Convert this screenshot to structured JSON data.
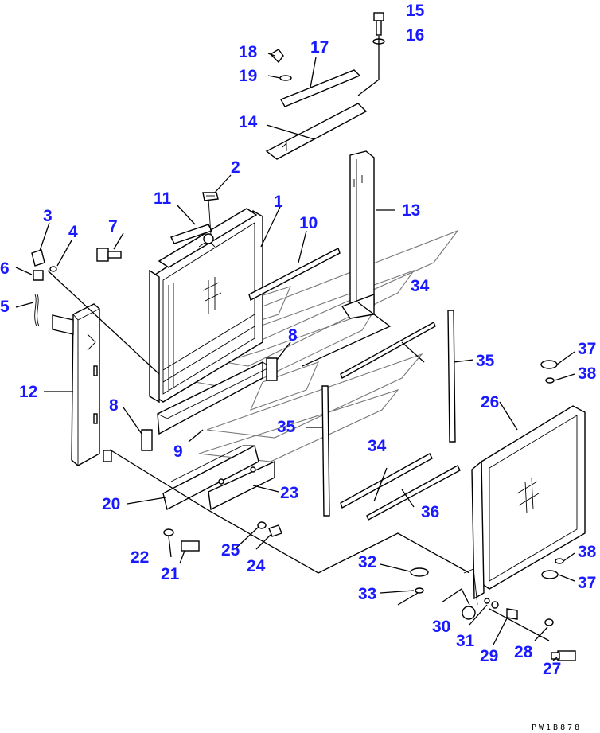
{
  "diagram": {
    "drawing_code": "PW1B878",
    "callouts": [
      "1",
      "2",
      "3",
      "4",
      "5",
      "6",
      "7",
      "8",
      "8",
      "9",
      "10",
      "11",
      "12",
      "13",
      "14",
      "15",
      "16",
      "17",
      "18",
      "19",
      "20",
      "21",
      "22",
      "23",
      "24",
      "25",
      "26",
      "27",
      "28",
      "29",
      "30",
      "31",
      "32",
      "33",
      "34",
      "34",
      "35",
      "35",
      "36",
      "37",
      "37",
      "38",
      "38"
    ]
  }
}
